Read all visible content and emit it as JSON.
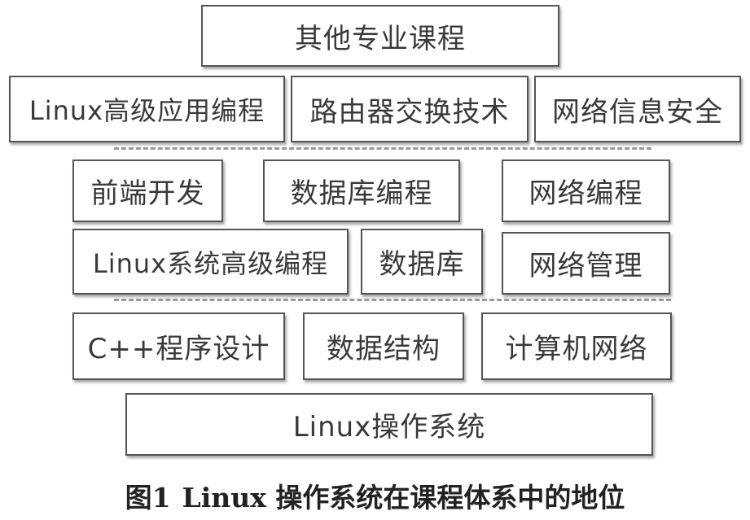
{
  "diagram": {
    "rows": {
      "row1": [
        "其他专业课程"
      ],
      "row2": [
        "Linux高级应用编程",
        "路由器交换技术",
        "网络信息安全"
      ],
      "row3": [
        "前端开发",
        "数据库编程",
        "网络编程"
      ],
      "row4": [
        "Linux系统高级编程",
        "数据库",
        "网络管理"
      ],
      "row5": [
        "C++程序设计",
        "数据结构",
        "计算机网络"
      ],
      "row6": [
        "Linux操作系统"
      ]
    }
  },
  "caption": {
    "number": "图1",
    "text": "Linux 操作系统在课程体系中的地位"
  },
  "colors": {
    "box_border": "#555555",
    "text": "#3a3a3a",
    "divider": "#9a9a9a"
  }
}
